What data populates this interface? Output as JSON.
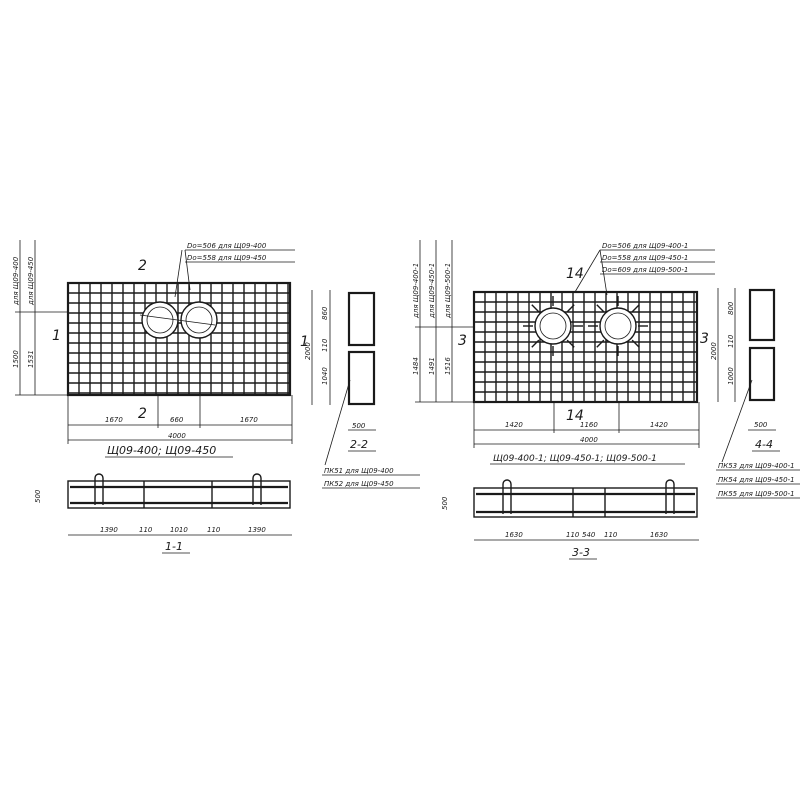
{
  "left": {
    "opening_labels": [
      "Dо=506 для Щ09-400",
      "Dо=558 для Щ09-450"
    ],
    "section_mark_top": "2",
    "section_mark_bottom": "2",
    "section_mark_side": "1",
    "vertical_labels": [
      "для Щ09-400",
      "для Щ09-450"
    ],
    "vertical_dims": [
      "1500",
      "1531"
    ],
    "plan_dims": [
      "1670",
      "660",
      "1670"
    ],
    "overall_dim": "4000",
    "title": "Щ09-400; Щ09-450",
    "side_section_dims": [
      "860",
      "110",
      "1040",
      "2000",
      "500"
    ],
    "side_section_title": "2-2",
    "frame_labels": [
      "ПК51 для Щ09-400",
      "ПК52 для Щ09-450"
    ],
    "long_section_height": "500",
    "long_section_dims": [
      "1390",
      "110",
      "1010",
      "110",
      "1390"
    ],
    "long_section_title": "1-1"
  },
  "right": {
    "opening_labels": [
      "Dо=506 для Щ09-400-1",
      "Dо=558 для Щ09-450-1",
      "Dо=609 для Щ09-500-1"
    ],
    "section_mark_top": "14",
    "section_mark_bottom": "14",
    "section_mark_side": "3",
    "vertical_labels": [
      "для Щ09-400-1",
      "для Щ09-450-1",
      "для Щ09-500-1"
    ],
    "vertical_dims": [
      "1484",
      "1491",
      "1516"
    ],
    "plan_dims": [
      "1420",
      "1160",
      "1420"
    ],
    "overall_dim": "4000",
    "title": "Щ09-400-1; Щ09-450-1; Щ09-500-1",
    "side_section_dims": [
      "800",
      "110",
      "1000",
      "2000",
      "500"
    ],
    "side_section_title": "4-4",
    "frame_labels": [
      "ПК53 для Щ09-400-1",
      "ПК54 для Щ09-450-1",
      "ПК55 для Щ09-500-1"
    ],
    "long_section_height": "500",
    "long_section_dims": [
      "1630",
      "110",
      "540",
      "110",
      "1630"
    ],
    "long_section_title": "3-3"
  }
}
